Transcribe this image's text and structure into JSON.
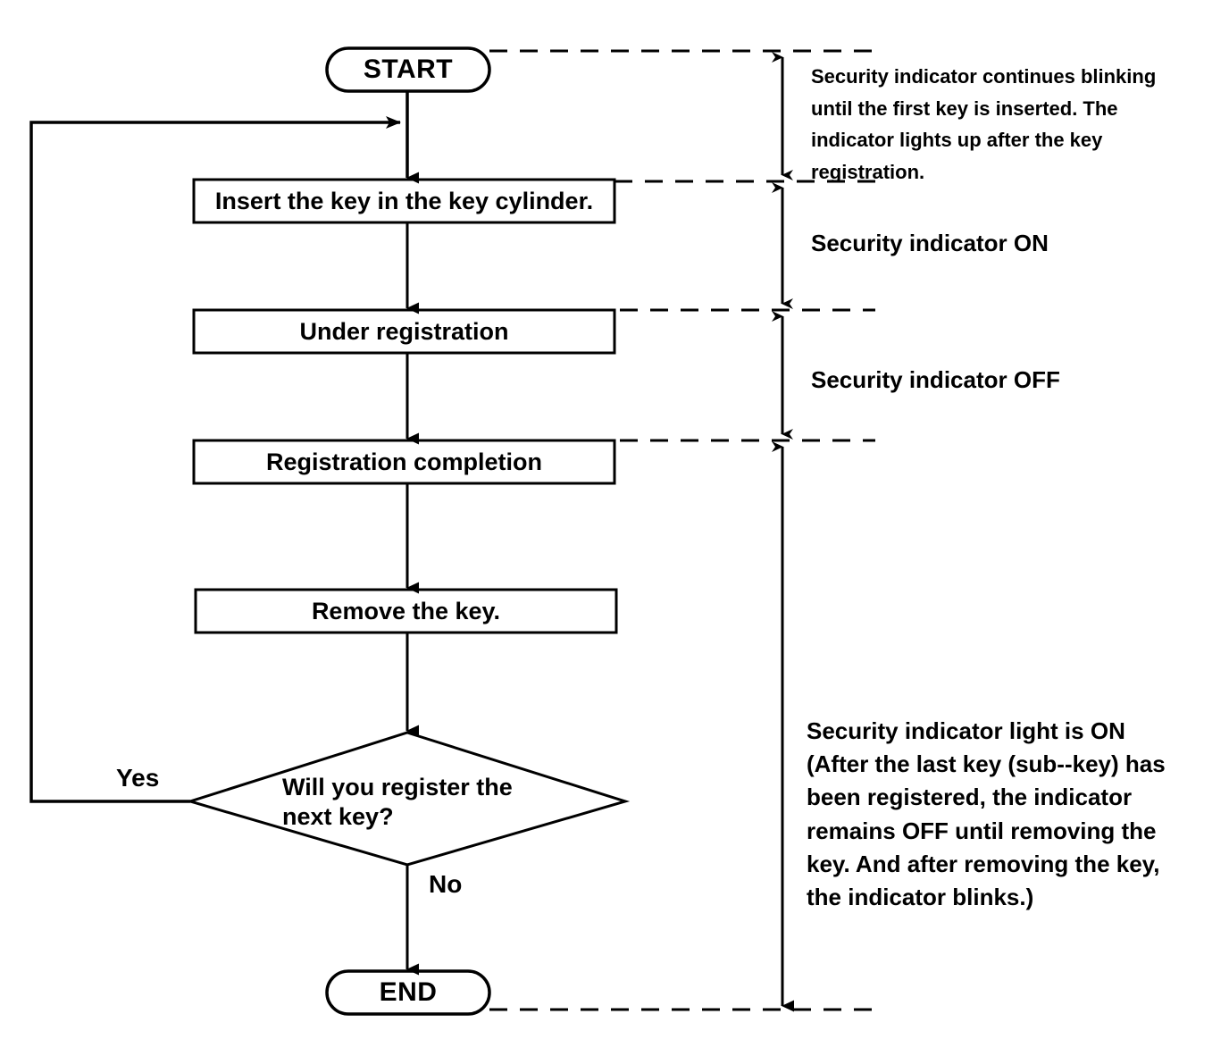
{
  "diagram": {
    "title": "Key registration procedure flowchart",
    "nodes": {
      "start": {
        "label": "START",
        "shape": "terminator"
      },
      "step1": {
        "label": "Insert the key in the key cylinder.",
        "shape": "process"
      },
      "step2": {
        "label": "Under registration",
        "shape": "process"
      },
      "step3": {
        "label": "Registration completion",
        "shape": "process"
      },
      "step4": {
        "label": "Remove the key.",
        "shape": "process"
      },
      "decision": {
        "label": "Will  you  register  the\nnext key?",
        "shape": "decision"
      },
      "end": {
        "label": "END",
        "shape": "terminator"
      }
    },
    "branches": {
      "yes": "Yes",
      "no": "No"
    },
    "annotations": {
      "blinking_note": "Security indicator continues blinking until the first key is inserted. The indicator lights up after the key registration.",
      "indicator_on": "Security indicator ON",
      "indicator_off": "Security indicator OFF",
      "final_note": "Security indicator light is ON (After the last key (sub--key) has been registered,  the  indicator remains OFF until removing the key. And after removing the key, the indicator blinks.)"
    },
    "colors": {
      "stroke": "#000000",
      "background": "#ffffff",
      "text": "#000000"
    }
  }
}
